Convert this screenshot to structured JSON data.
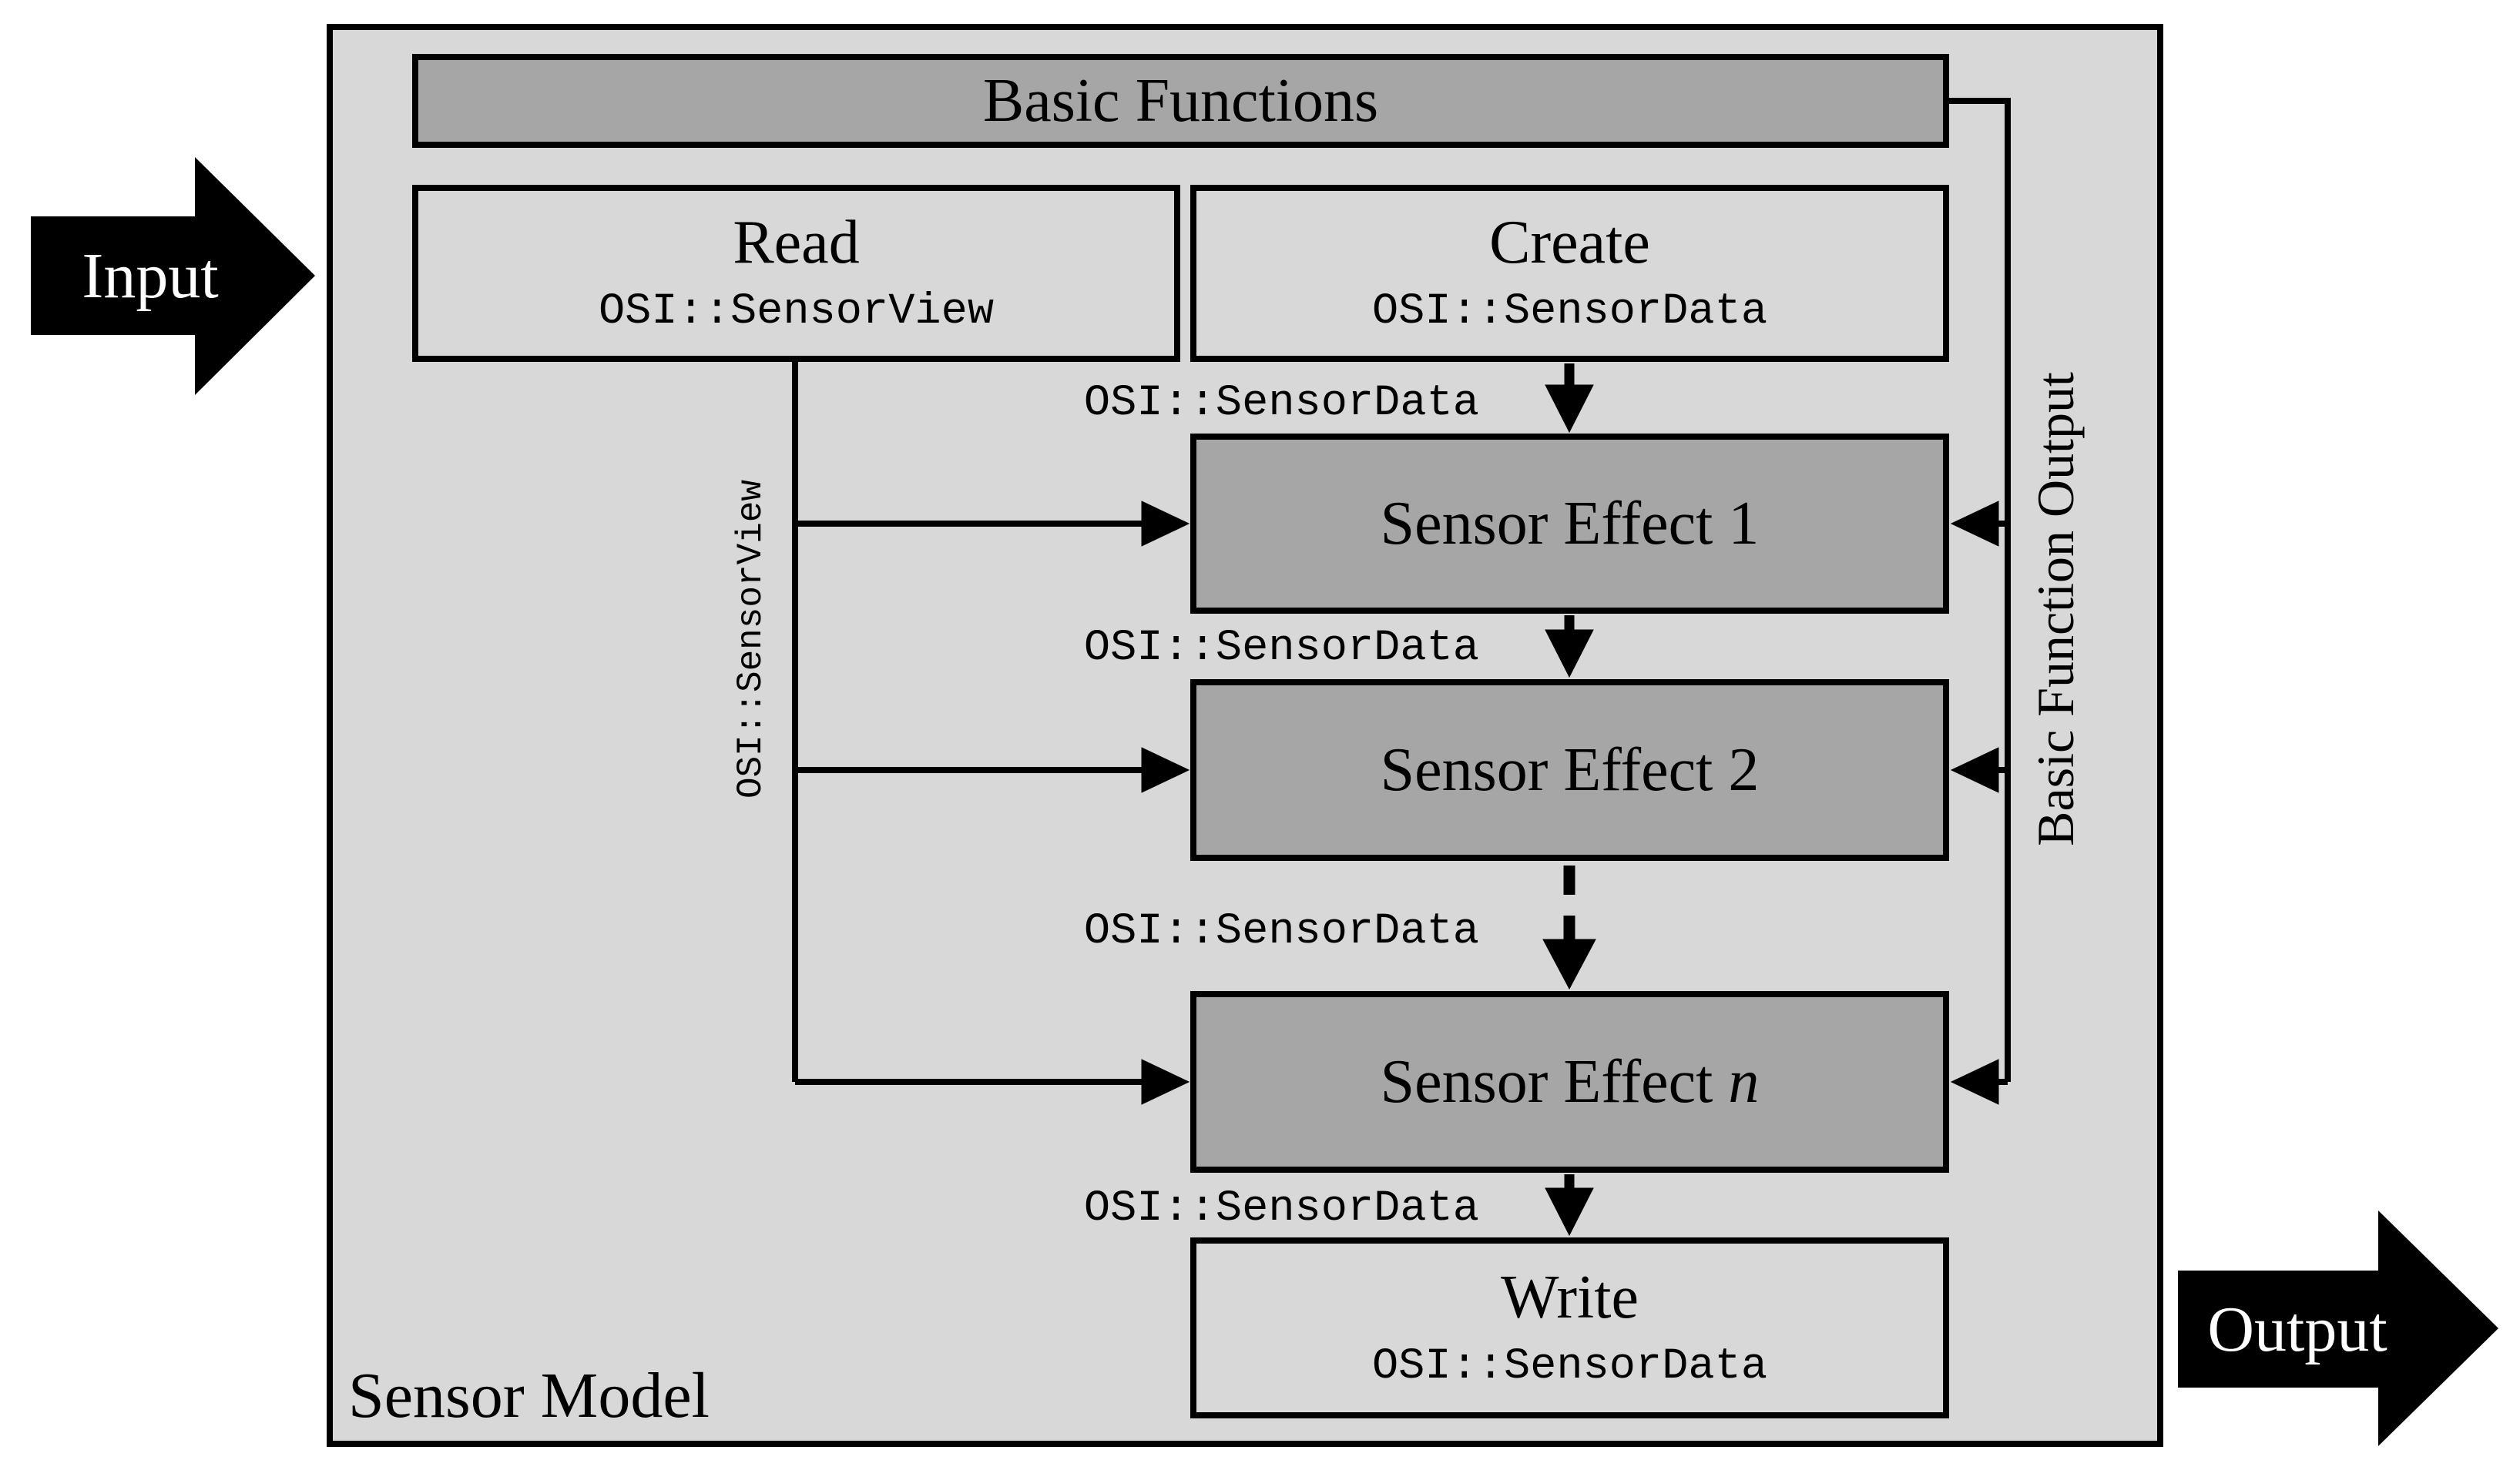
{
  "colors": {
    "box_light": "#d8d8d8",
    "box_dark": "#a6a6a6",
    "line_color": "#000000",
    "page_bg": "#ffffff",
    "text_dark": "#000000",
    "text_light": "#ffffff"
  },
  "diagram": {
    "sensor_model_label": "Sensor Model",
    "basic_functions_label": "Basic Functions",
    "read_box": {
      "title": "Read",
      "subtitle": "OSI::SensorView"
    },
    "create_box": {
      "title": "Create",
      "subtitle": "OSI::SensorData"
    },
    "sensor_effects": [
      {
        "label_prefix": "Sensor Effect ",
        "label_suffix": "1"
      },
      {
        "label_prefix": "Sensor Effect ",
        "label_suffix": "2"
      },
      {
        "label_prefix": "Sensor Effect ",
        "label_suffix": "n"
      }
    ],
    "write_box": {
      "title": "Write",
      "subtitle": "OSI::SensorData"
    },
    "flow_labels": {
      "create_to_effect1": "OSI::SensorData",
      "effect1_to_effect2": "OSI::SensorData",
      "effect2_to_effectn": "OSI::SensorData",
      "effectn_to_write": "OSI::SensorData",
      "sensor_view_vertical": "OSI::SensorView",
      "basic_function_output_vertical": "Basic Function Output"
    },
    "input_label": "Input",
    "output_label": "Output"
  }
}
